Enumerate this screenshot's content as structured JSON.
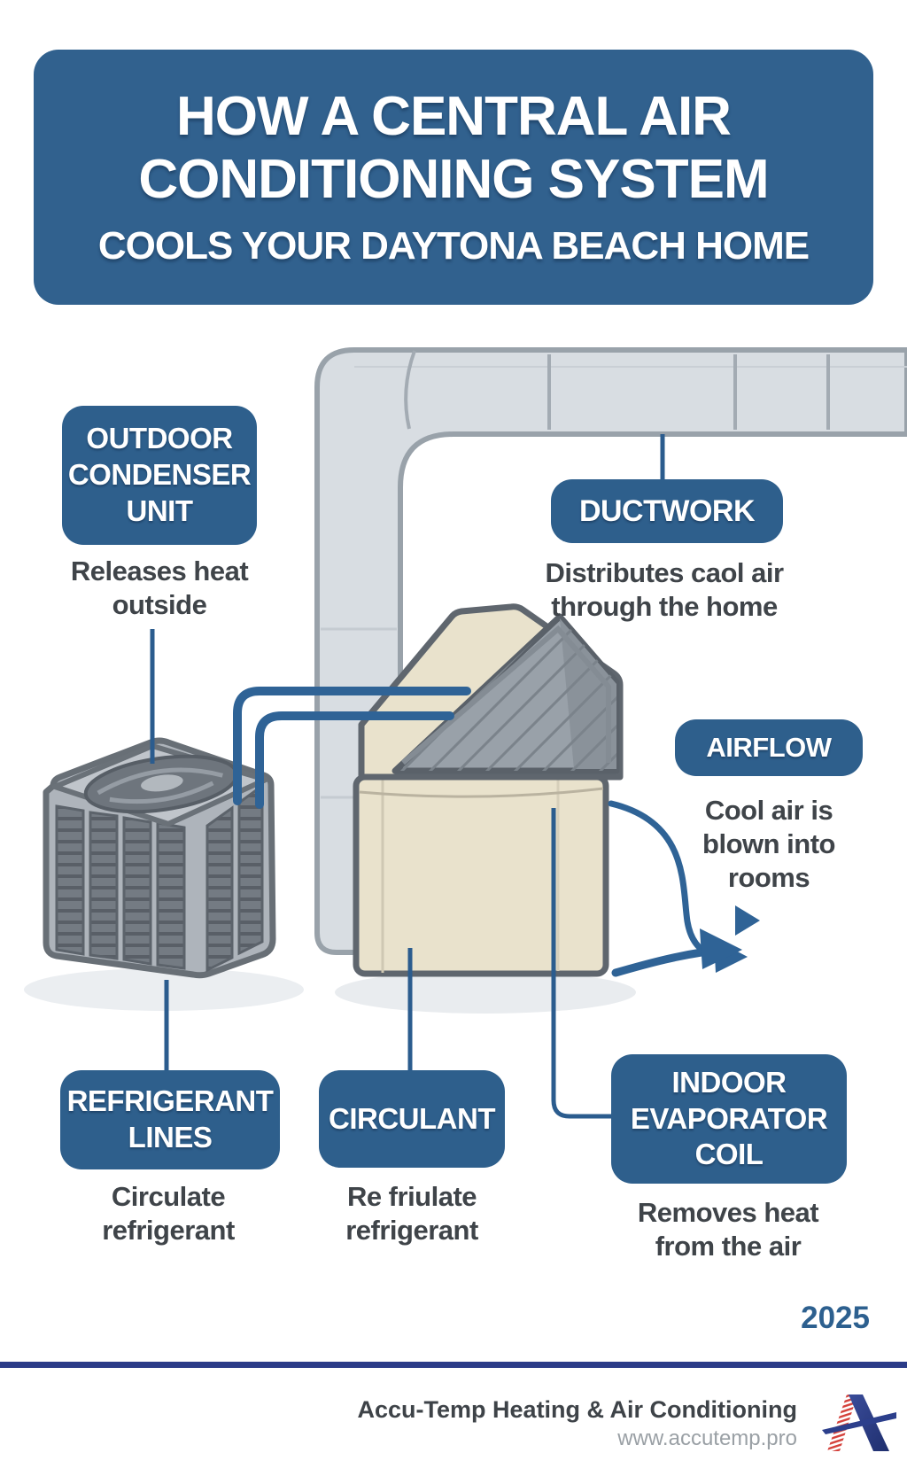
{
  "header": {
    "title": "HOW A CENTRAL AIR\nCONDITIONING SYSTEM",
    "subtitle": "COOLS YOUR DAYTONA BEACH HOME"
  },
  "labels": {
    "outdoor_condenser": {
      "badge": "OUTDOOR\nCONDENSER\nUNIT",
      "description": "Releases heat\noutside"
    },
    "ductwork": {
      "badge": "DUCTWORK",
      "description": "Distributes caol air\nthrough the home"
    },
    "airflow": {
      "badge": "AIRFLOW",
      "description": "Cool air is\nblown into\nrooms"
    },
    "refrigerant_lines": {
      "badge": "REFRIGERANT\nLINES",
      "description": "Circulate\nrefrigerant"
    },
    "circulant": {
      "badge": "CIRCULANT",
      "description": "Re friulate\nrefrigerant"
    },
    "indoor_evaporator_coil": {
      "badge": "INDOOR\nEVAPORATOR\nCOIL",
      "description": "Removes heat\nfrom the air"
    }
  },
  "footer": {
    "year": "2025",
    "company": "Accu-Temp Heating & Air Conditioning",
    "website": "www.accutemp.pro"
  },
  "colors": {
    "header_blue": "#31618E",
    "badge_blue": "#2E5F8C",
    "text_dark": "#3F4449",
    "refrigerant_line_blue": "#2F6396",
    "connector_navy": "#2B5C8E",
    "footer_rule_navy": "#2B3C88",
    "year_blue": "#2D608F",
    "duct_fill": "#D8DDE2",
    "duct_stroke": "#99A2AA",
    "unit_beige": "#E9E2CC",
    "unit_outline": "#5F666E",
    "condenser_gray": "#AEB4BB",
    "coil_gray": "#99A1A9",
    "logo_red": "#D4403A",
    "logo_navy": "#2C3F8C"
  }
}
